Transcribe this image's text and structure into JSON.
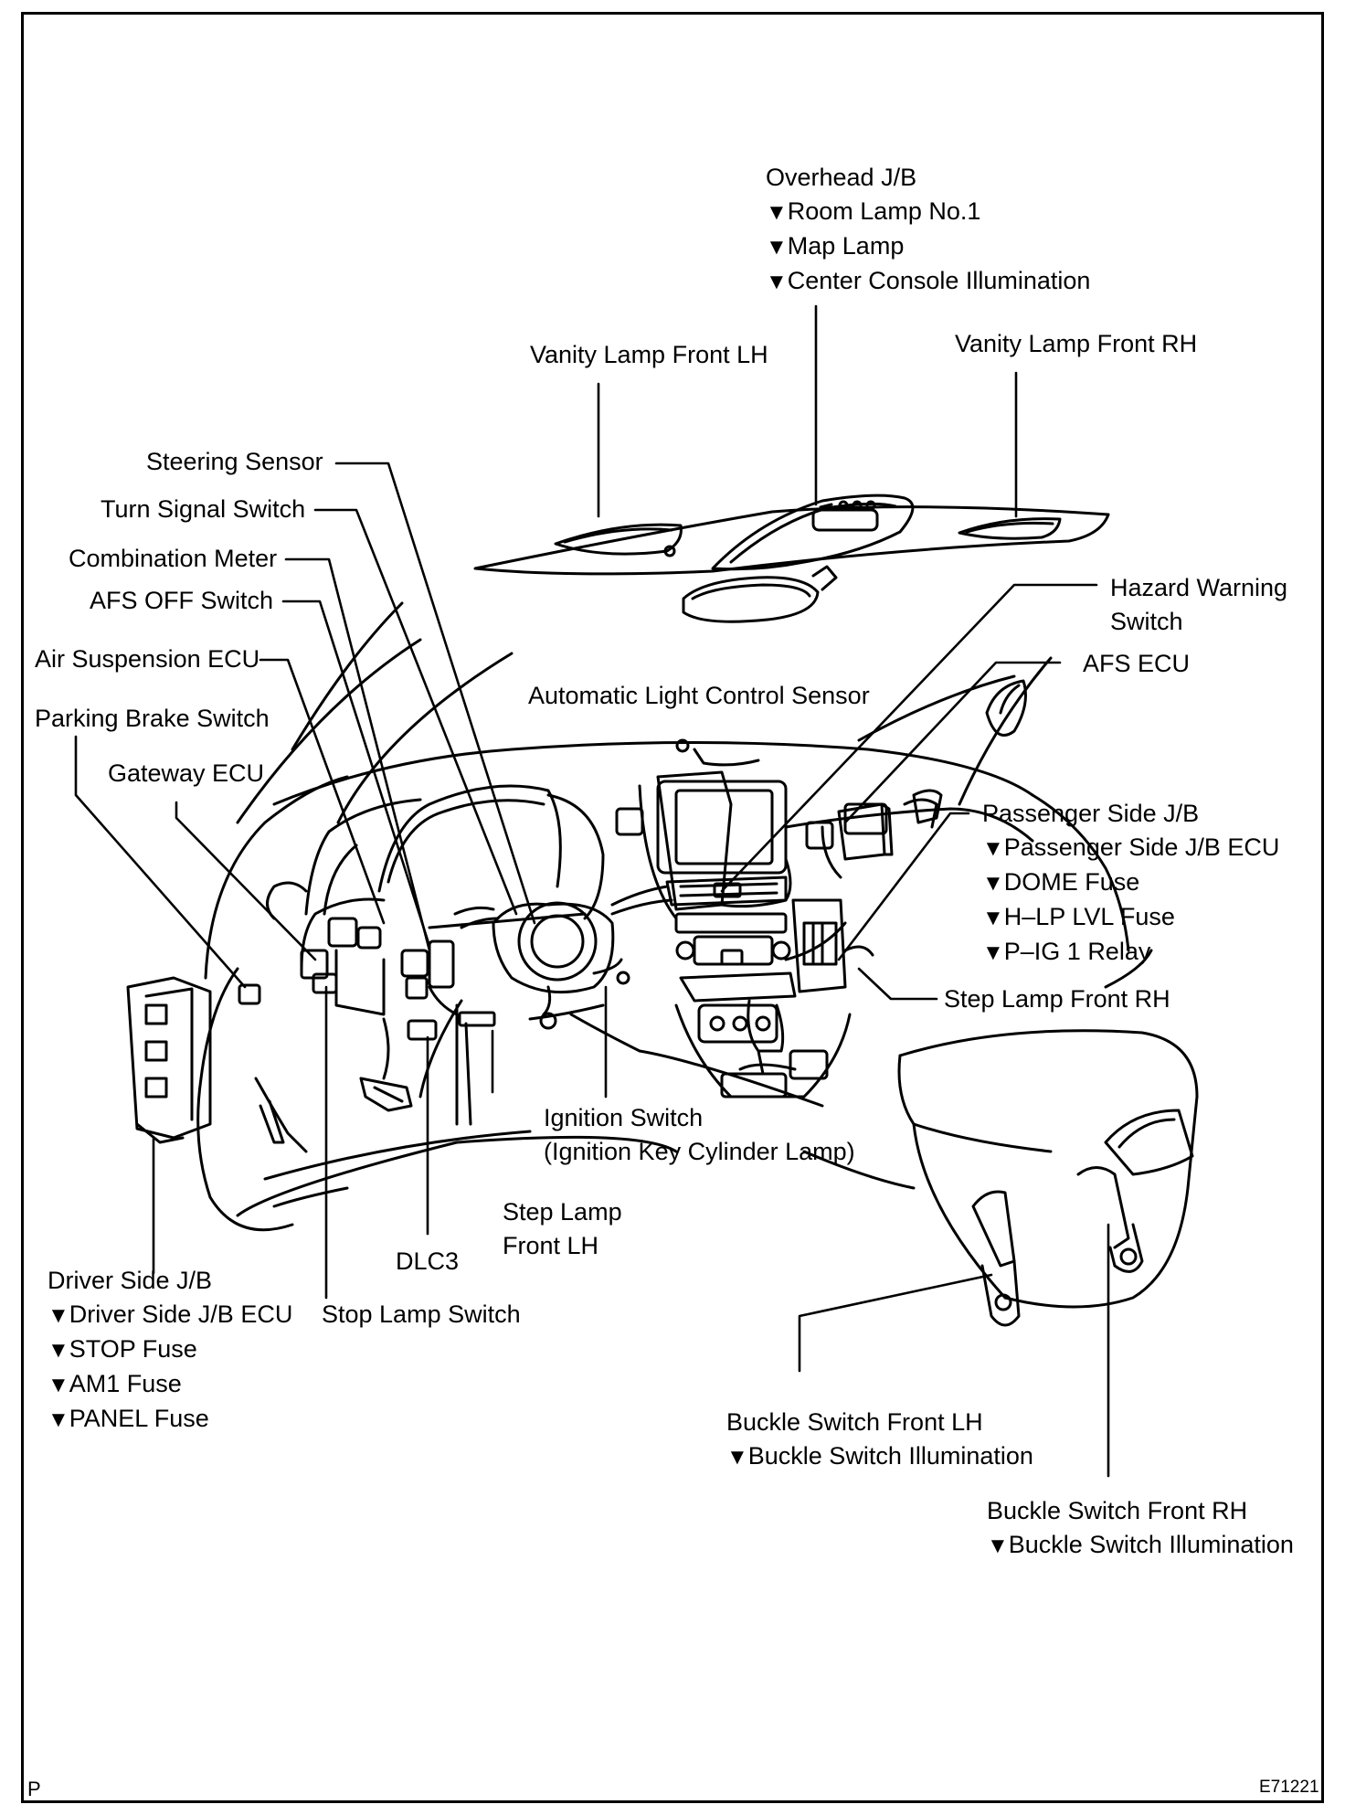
{
  "labels": {
    "overhead_jb": {
      "title": "Overhead J/B",
      "items": [
        "Room Lamp No.1",
        "Map Lamp",
        "Center Console Illumination"
      ]
    },
    "vanity_lamp_front_lh": "Vanity Lamp Front LH",
    "vanity_lamp_front_rh": "Vanity Lamp Front RH",
    "steering_sensor": "Steering Sensor",
    "turn_signal_switch": "Turn Signal Switch",
    "combination_meter": "Combination Meter",
    "afs_off_switch": "AFS OFF Switch",
    "air_suspension_ecu": "Air Suspension ECU",
    "parking_brake_switch": "Parking Brake Switch",
    "gateway_ecu": "Gateway ECU",
    "automatic_light_control_sensor": "Automatic Light Control Sensor",
    "hazard_warning_switch": [
      "Hazard Warning",
      "Switch"
    ],
    "afs_ecu": "AFS ECU",
    "passenger_side_jb": {
      "title": "Passenger Side J/B",
      "items": [
        "Passenger Side J/B ECU",
        "DOME Fuse",
        "H–LP LVL Fuse",
        "P–IG 1 Relay"
      ]
    },
    "step_lamp_front_rh": "Step Lamp Front RH",
    "ignition_switch": [
      "Ignition Switch",
      "(Ignition Key Cylinder Lamp)"
    ],
    "step_lamp_front_lh": [
      "Step Lamp",
      "Front LH"
    ],
    "dlc3": "DLC3",
    "stop_lamp_switch": "Stop Lamp Switch",
    "driver_side_jb": {
      "title": "Driver Side J/B",
      "items": [
        "Driver Side J/B ECU",
        "STOP Fuse",
        "AM1 Fuse",
        "PANEL Fuse"
      ]
    },
    "buckle_switch_front_lh": {
      "title": "Buckle Switch Front LH",
      "items": [
        "Buckle Switch Illumination"
      ]
    },
    "buckle_switch_front_rh": {
      "title": "Buckle Switch Front RH",
      "items": [
        "Buckle Switch Illumination"
      ]
    }
  },
  "corner_codes": {
    "bottom_left": "P",
    "bottom_right": "E71221"
  },
  "colors": {
    "ink": "#000000",
    "paper": "#ffffff"
  }
}
